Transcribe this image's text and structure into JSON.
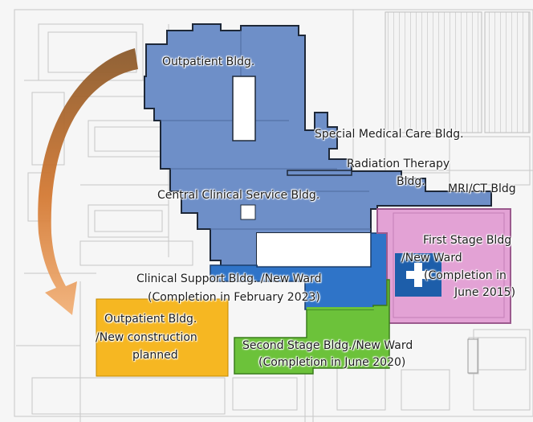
{
  "labels": {
    "outpatient": "Outpatient Bldg.",
    "special": "Special Medical Care Bldg.",
    "radiation_line1": "Radiation Therapy",
    "radiation_line2": "Bldg.",
    "mri": "MRI/CT Bldg",
    "central": "Central Clinical Service Bldg.",
    "first_line1": "First Stage Bldg",
    "first_line2": "/New Ward",
    "first_line3": "(Completion in",
    "first_line4": "June 2015)",
    "clinical_line1": "Clinical Support Bldg. /New Ward",
    "clinical_line2": "(Completion in February 2023)",
    "new_out_line1": "Outpatient Bldg.",
    "new_out_line2": "/New construction",
    "new_out_line3": "planned",
    "second_line1": "Second Stage Bldg./New Ward",
    "second_line2": "(Completion in June 2020)"
  },
  "colors": {
    "existing_building": "#6e8fc8",
    "clinical_support": "#2f74c8",
    "first_stage": "#e3a2d5",
    "second_stage": "#6cc23a",
    "new_outpatient": "#f6b722",
    "arrow": "#c06b2c",
    "hospital_mark": "#1d5eaa"
  },
  "icons": {
    "hospital_mark": "hospital-cross-icon"
  }
}
